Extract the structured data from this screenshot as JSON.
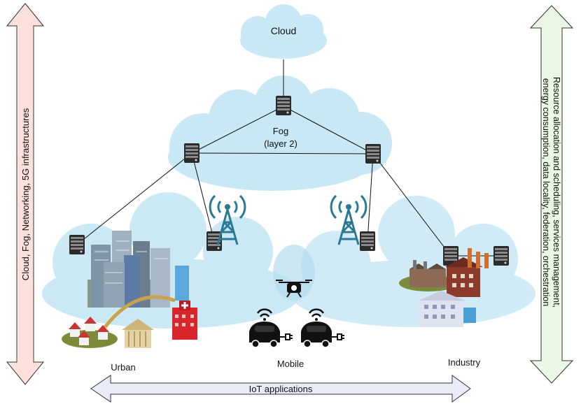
{
  "cloud_layer": {
    "label": "Cloud"
  },
  "fog_layer": {
    "label_line1": "Fog",
    "label_line2": "(layer 2)"
  },
  "domains": {
    "urban": "Urban",
    "mobile": "Mobile",
    "industry": "Industry"
  },
  "bottom_arrow": {
    "label": "IoT applications",
    "color": "#e8ecf8"
  },
  "left_arrow": {
    "label": "Cloud, Fog, Networking, 5G infrastructures",
    "color": "#fbe0dc"
  },
  "right_arrow": {
    "label_line1": "Resource allocation and scheduling, services management,",
    "label_line2": "energy consumption, data locality, federation, orchestration",
    "color": "#e9f7e4"
  },
  "colors": {
    "cloud_fill": "#c9e8f5",
    "server": "#2b2b2b",
    "tower": "#2a7a95",
    "vehicle": "#111111"
  },
  "icons": [
    "server-icon",
    "cell-tower-icon",
    "drone-icon",
    "autonomous-car-icon",
    "hospital-icon",
    "factory-icon",
    "city-icon",
    "houses-icon",
    "bank-icon"
  ]
}
